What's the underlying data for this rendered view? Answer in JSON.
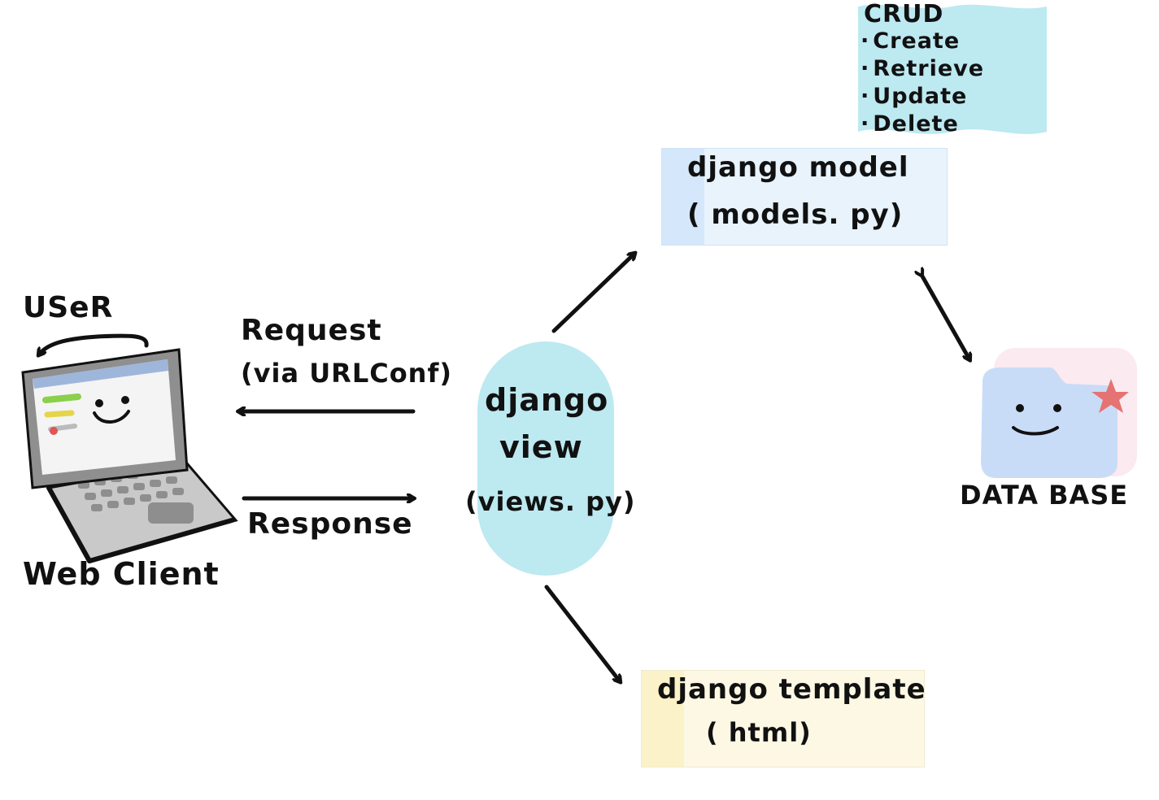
{
  "crud": {
    "title": "CRUD",
    "items": [
      "Create",
      "Retrieve",
      "Update",
      "Delete"
    ]
  },
  "model": {
    "title": "django model",
    "subtitle": "( models. py)"
  },
  "view": {
    "line1": "django",
    "line2": "view",
    "line3": "(views. py)"
  },
  "template": {
    "title": "django template",
    "subtitle": "( html)"
  },
  "client": {
    "user_label": "USeR",
    "web_label": "Web Client"
  },
  "request": {
    "label": "Request",
    "sub": "(via URLConf)"
  },
  "response": {
    "label": "Response"
  },
  "database": {
    "label": "DATA BASE"
  },
  "colors": {
    "view_fill": "#bde9f1",
    "crud_fill": "#bde9f1",
    "model_fill": "#e8f3fc",
    "template_fill": "#fdf8e4",
    "db_folder": "#c9dcf7",
    "db_star": "#e57373"
  },
  "icons": [
    "laptop-icon",
    "database-folder-icon",
    "star-icon",
    "refresh-arrow-icon"
  ]
}
